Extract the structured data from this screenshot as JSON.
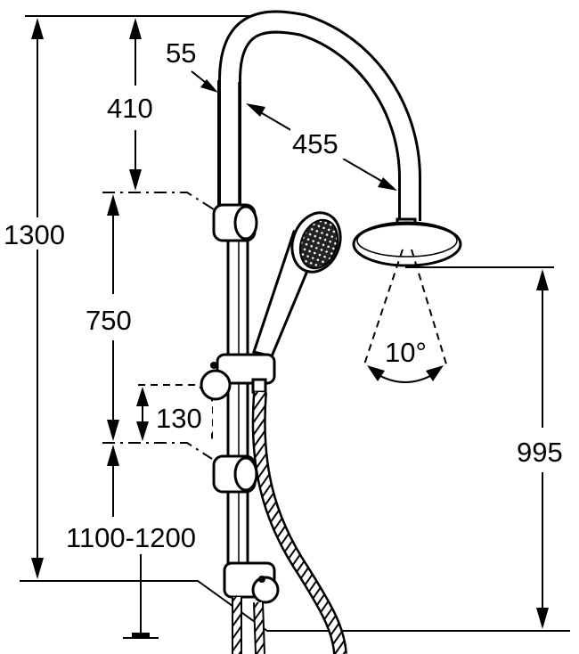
{
  "dimensions": {
    "total_height": "1300",
    "top_offset": "410",
    "rail_diameter": "55",
    "arm_reach": "455",
    "slide_range": "750",
    "slider_step": "130",
    "install_height": "1100-1200",
    "head_height": "995",
    "spray_angle": "10°"
  },
  "colors": {
    "line": "#000000",
    "background": "#ffffff"
  }
}
